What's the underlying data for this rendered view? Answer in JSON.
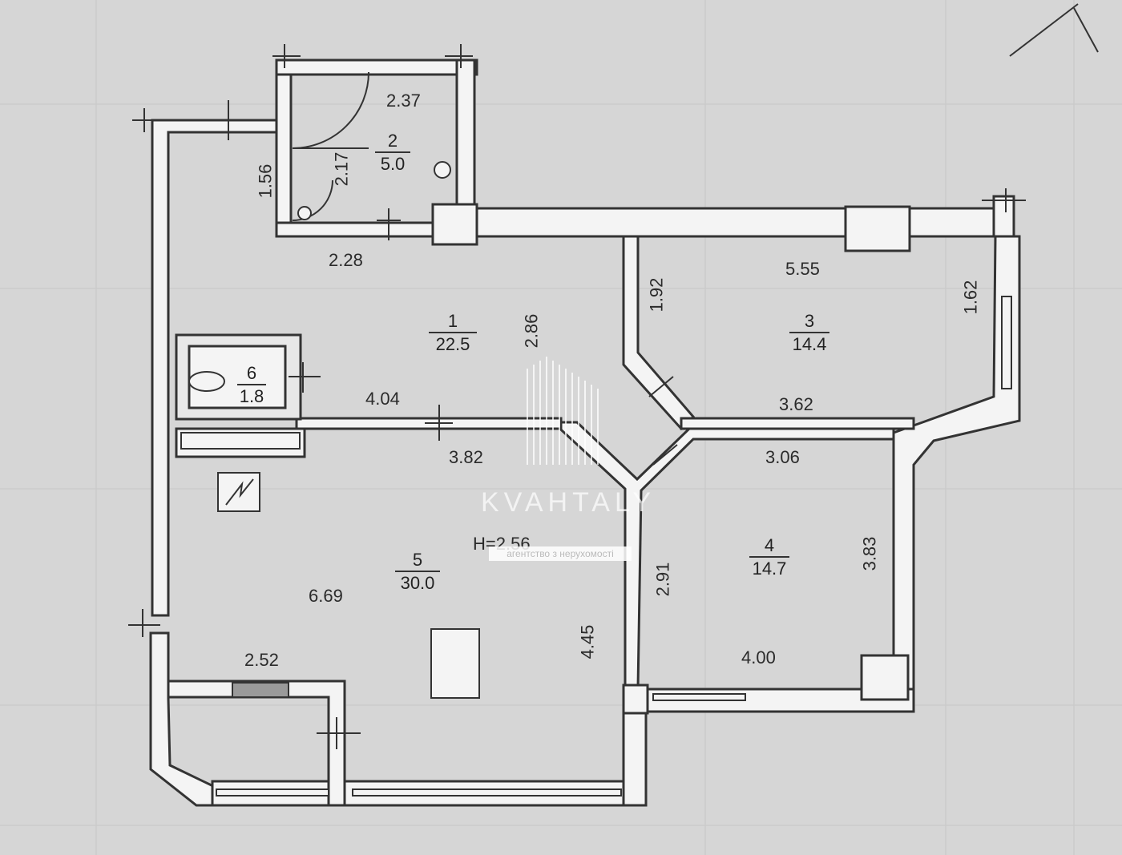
{
  "rooms": [
    {
      "number": "1",
      "area": "22.5"
    },
    {
      "number": "2",
      "area": "5.0"
    },
    {
      "number": "3",
      "area": "14.4"
    },
    {
      "number": "4",
      "area": "14.7"
    },
    {
      "number": "5",
      "area": "30.0"
    },
    {
      "number": "6",
      "area": "1.8"
    }
  ],
  "dimensions": {
    "d_2_37": "2.37",
    "d_2_17": "2.17",
    "d_1_56": "1.56",
    "d_2_28": "2.28",
    "d_2_86": "2.86",
    "d_4_04": "4.04",
    "d_3_82": "3.82",
    "d_1_92": "1.92",
    "d_5_55": "5.55",
    "d_1_62": "1.62",
    "d_3_62": "3.62",
    "d_3_06": "3.06",
    "d_3_83": "3.83",
    "d_2_91": "2.91",
    "d_4_00": "4.00",
    "d_4_45": "4.45",
    "d_6_69": "6.69",
    "d_2_52": "2.52"
  },
  "ceiling_height": "H=2.56",
  "watermark": {
    "name": "KVAHTALY",
    "tagline": "агентство з нерухомості"
  },
  "colors": {
    "background": "#d6d6d6",
    "wall_fill": "#f4f4f4",
    "wall_line": "#333333",
    "window_fill": "#9a9a9a"
  }
}
